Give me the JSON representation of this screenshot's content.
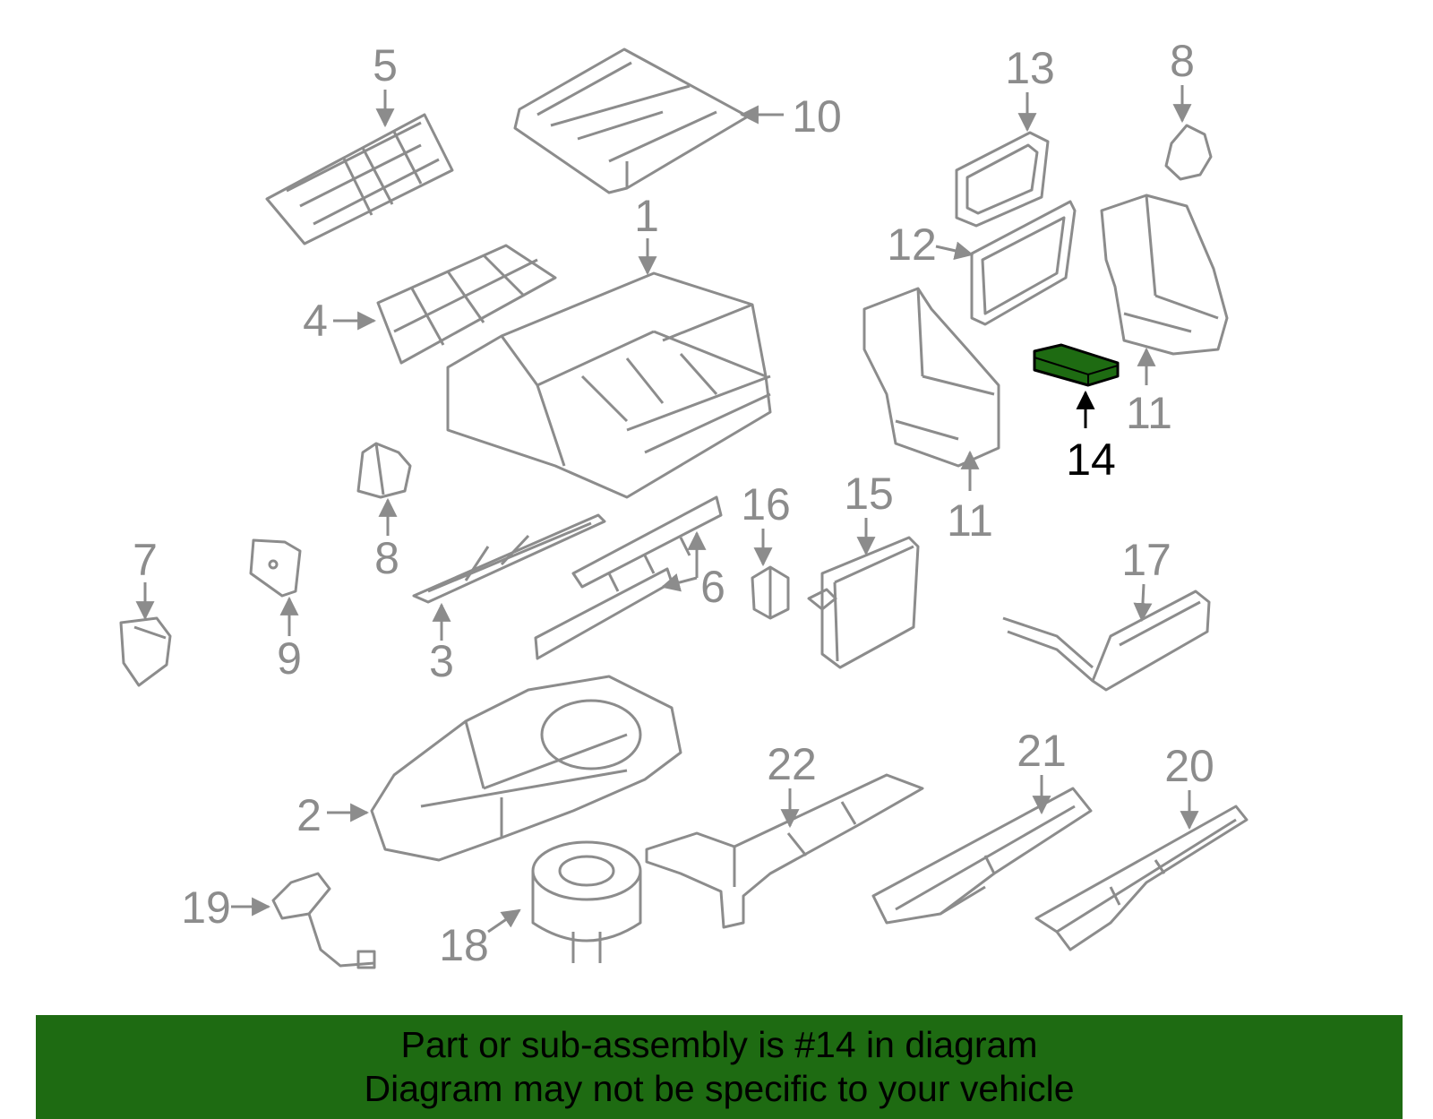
{
  "labels": {
    "p1": "1",
    "p2": "2",
    "p3": "3",
    "p4": "4",
    "p5": "5",
    "p6": "6",
    "p7": "7",
    "p8a": "8",
    "p8b": "8",
    "p9": "9",
    "p10": "10",
    "p11a": "11",
    "p11b": "11",
    "p12": "12",
    "p13": "13",
    "p14": "14",
    "p15": "15",
    "p16": "16",
    "p17": "17",
    "p18": "18",
    "p19": "19",
    "p20": "20",
    "p21": "21",
    "p22": "22"
  },
  "highlight": {
    "part": "14",
    "color": "#1e6b12"
  },
  "colors": {
    "line": "#8c8c8c",
    "highlight_label": "#000000",
    "banner_bg": "#1e6b12"
  },
  "banner": {
    "line1": "Part or sub-assembly is #14 in diagram",
    "line2": "Diagram may not be specific to your vehicle"
  }
}
